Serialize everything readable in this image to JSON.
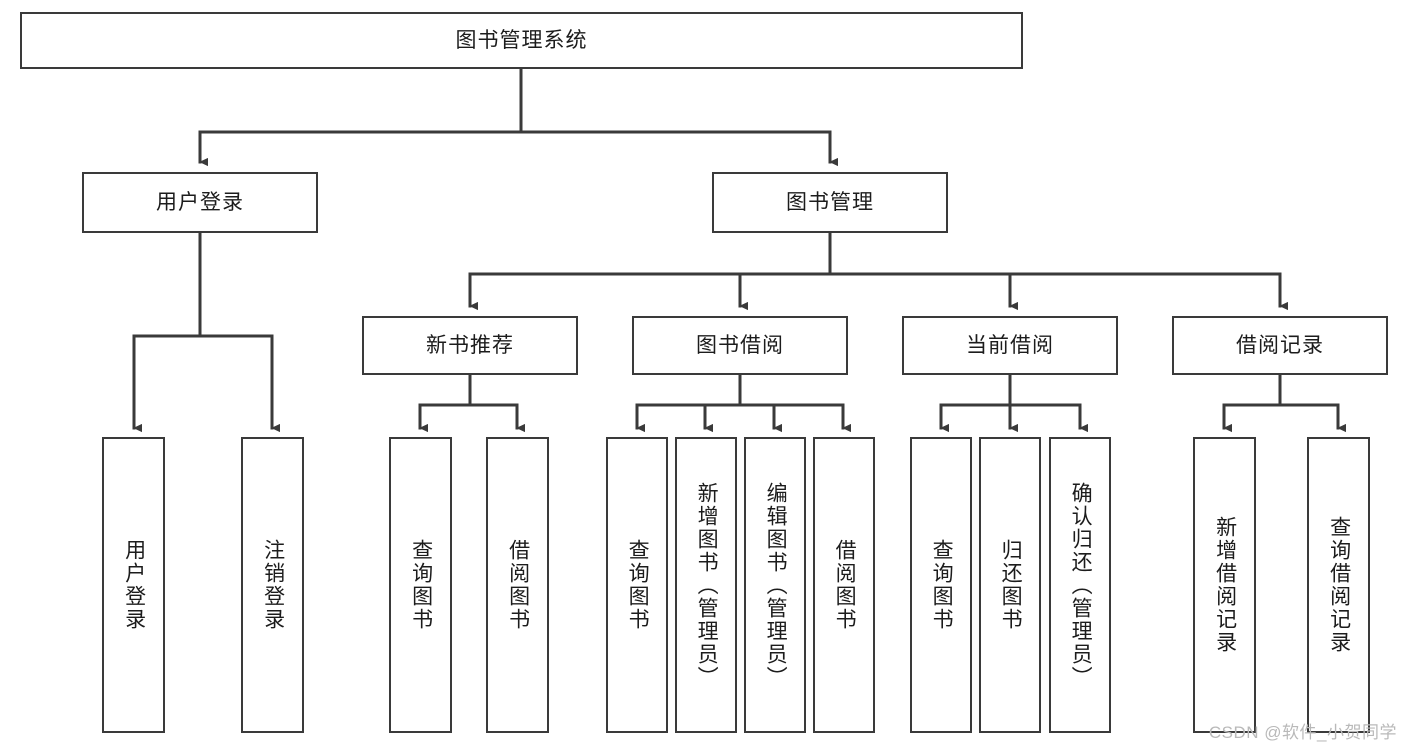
{
  "diagram": {
    "type": "tree-hierarchy-chart",
    "title": "图书管理系统",
    "watermark": "CSDN @软件_小贺同学",
    "colors": {
      "box_border": "#3a3a3a",
      "box_fill": "#ffffff",
      "connector": "#3a3a3a",
      "text": "#1c1c1c",
      "watermark": "#b9b9b9",
      "background": "#ffffff"
    },
    "root": {
      "label": "图书管理系统"
    },
    "level1": [
      {
        "label": "用户登录"
      },
      {
        "label": "图书管理"
      }
    ],
    "level2": [
      {
        "label": "新书推荐"
      },
      {
        "label": "图书借阅"
      },
      {
        "label": "当前借阅"
      },
      {
        "label": "借阅记录"
      }
    ],
    "leaves": {
      "user_login": [
        {
          "label": "用户登录"
        },
        {
          "label": "注销登录"
        }
      ],
      "new_book_recommend": [
        {
          "label": "查询图书"
        },
        {
          "label": "借阅图书"
        }
      ],
      "book_borrow": [
        {
          "label": "查询图书"
        },
        {
          "label": "新增图书（管理员）"
        },
        {
          "label": "编辑图书（管理员）"
        },
        {
          "label": "借阅图书"
        }
      ],
      "current_borrow": [
        {
          "label": "查询图书"
        },
        {
          "label": "归还图书"
        },
        {
          "label": "确认归还（管理员）"
        }
      ],
      "borrow_record": [
        {
          "label": "新增借阅记录"
        },
        {
          "label": "查询借阅记录"
        }
      ]
    }
  }
}
